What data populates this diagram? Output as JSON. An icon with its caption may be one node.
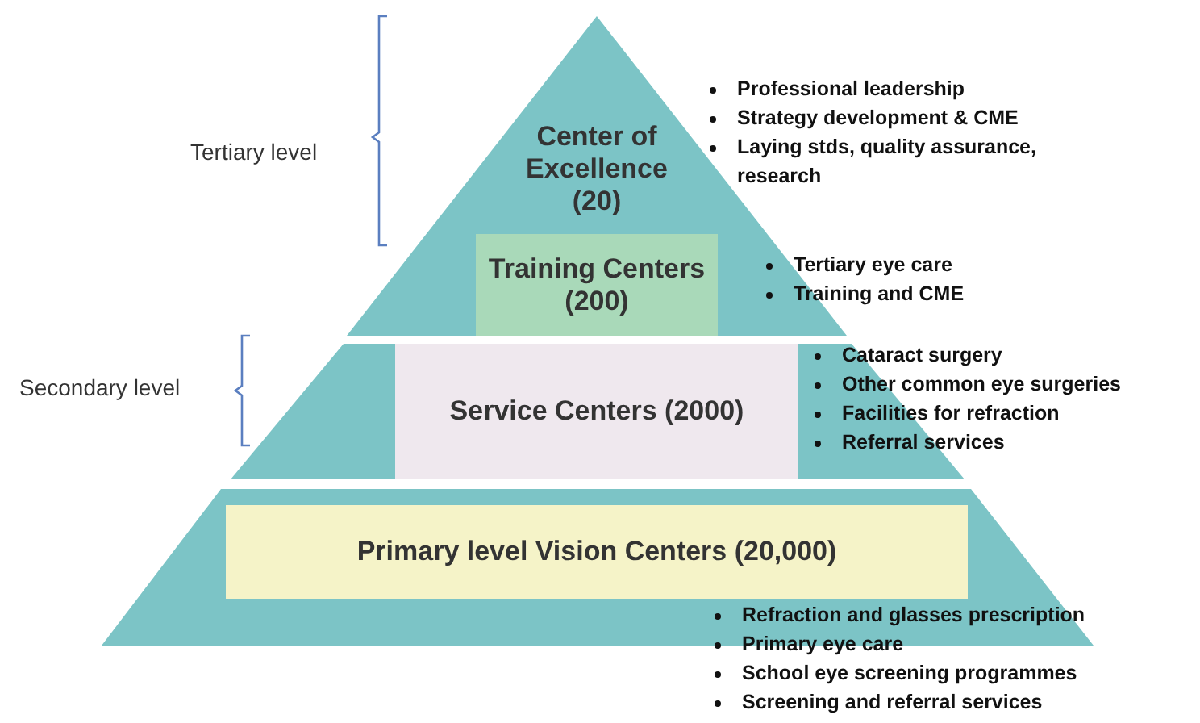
{
  "diagram": {
    "nodes": [
      {
        "text": [
          "Center of Excellence (20)"
        ],
        "beside": [
          "Professional leadership",
          "Strategy development & CME",
          "Laying stds, quality assurance, research"
        ]
      },
      {
        "text": [
          "Training Centers (200)"
        ],
        "in": 0,
        "beside": [
          "Tertiary eye care",
          "Training and CME"
        ]
      },
      {
        "text": [],
        "shape": "trapezoid"
      },
      {
        "text": [
          "Service Centers (2000)"
        ],
        "in": 2,
        "beside": [
          "Cataract surgery",
          "Other common eye surgeries",
          "Facilities for refraction",
          "Referral services"
        ]
      },
      {
        "text": [],
        "shape": "trapezoid"
      },
      {
        "text": [
          "Primary level Vision Centers (20,000)"
        ],
        "in": 4,
        "beside": [
          "Refraction and glasses prescription",
          "Primary eye care",
          "School eye screening programmes",
          "Screening and referral services"
        ]
      }
    ],
    "labels": [
      "Tertiary level",
      "Secondary level"
    ]
  }
}
